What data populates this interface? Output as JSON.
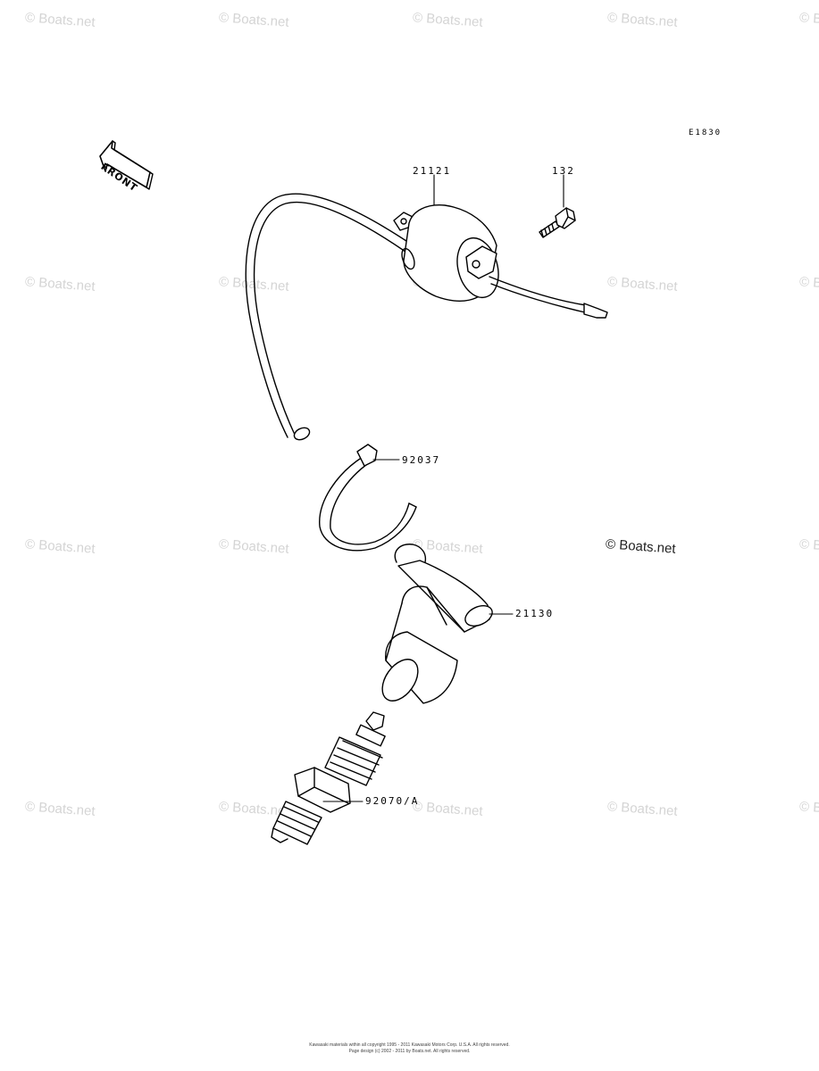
{
  "diagram_code": "E1830",
  "front_label": "FRONT",
  "parts": {
    "ignition_coil": "21121",
    "bolt": "132",
    "band": "92037",
    "plug_cap": "21130",
    "spark_plug": "92070/A"
  },
  "watermark_text": "© Boats.net",
  "footer": {
    "line1": "Kawasaki materials within all copyright 1995 - 2011 Kawasaki Motors Corp. U.S.A. All rights reserved.",
    "line2": "Page design (c) 2002 - 2011 by Boats.net. All rights reserved."
  }
}
